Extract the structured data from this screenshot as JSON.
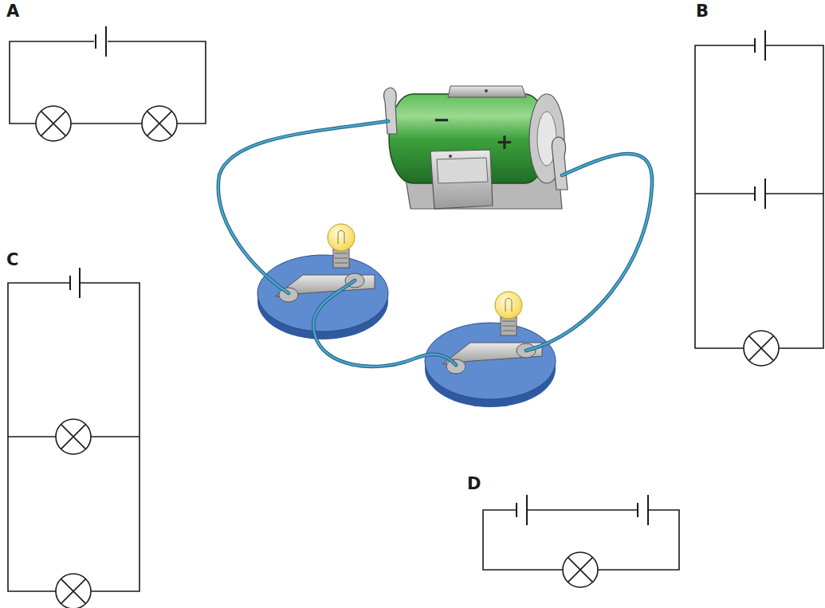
{
  "diagram": {
    "labels": [
      "A",
      "B",
      "C",
      "D",
      "−",
      "+"
    ]
  }
}
